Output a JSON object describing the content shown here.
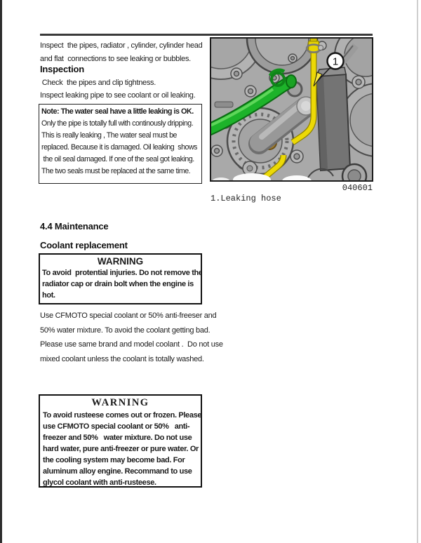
{
  "intro": {
    "para_lines": [
      "Inspect  the pipes, radiator , cylinder, cylinder head",
      "and flat  connections to see leaking or bubbles."
    ],
    "heading": "Inspection",
    "check_line": " Check  the pipes and clip tightness.",
    "leak_line": "Inspect leaking pipe to see coolant or oil leaking."
  },
  "note_box": {
    "title": "Note: The water seal have a little leaking is OK.",
    "lines": [
      "Only the pipe is totally full with continously dripping.",
      "This is really leaking , The water seal must be",
      "replaced. Because it is damaged. Oil leaking  shows",
      " the oil seal damaged. If one of the seal got leaking.",
      "The two seals must be replaced at the same time."
    ]
  },
  "figure": {
    "code": "040601",
    "caption": "1.Leaking hose",
    "callout_label": "1",
    "colors": {
      "hose_green": "#1db32a",
      "hose_yellow": "#e8d500",
      "engine_gray": "#a9a9a9"
    }
  },
  "maintenance": {
    "section_heading": "4.4 Maintenance",
    "subsection_heading": "Coolant replacement"
  },
  "warning1": {
    "title": "WARNING",
    "lines": [
      "To avoid  protential injuries. Do not remove the",
      "radiator cap or drain bolt when the engine is",
      "hot."
    ]
  },
  "coolant_para": {
    "lines": [
      "Use CFMOTO special coolant or 50% anti-freeser and",
      "50% water mixture. To avoid the coolant getting bad.",
      "Please use same brand and model coolant .  Do not use",
      "mixed coolant unless the coolant is totally washed."
    ]
  },
  "warning2": {
    "title": "WARNING",
    "lines": [
      "To avoid rusteese comes out or frozen. Please",
      "use CFMOTO special coolant or 50%   anti-",
      "freezer and 50%   water mixture. Do not use",
      "hard water, pure anti-freezer or pure water. Or",
      "the cooling system may become bad. For",
      "aluminum alloy engine. Recommand to use",
      "glycol coolant with anti-rusteese."
    ]
  }
}
